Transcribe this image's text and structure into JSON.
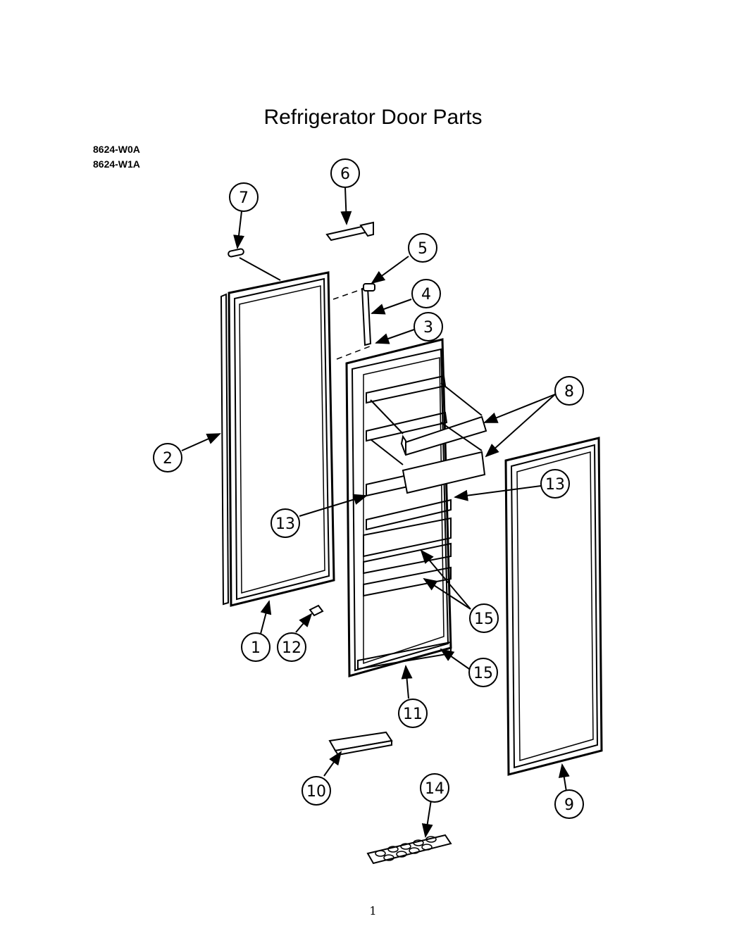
{
  "page": {
    "title": "Refrigerator Door Parts",
    "models": [
      "8624-W0A",
      "8624-W1A"
    ],
    "page_number": "1"
  },
  "callouts": [
    {
      "id": "c1",
      "label": "1"
    },
    {
      "id": "c2",
      "label": "2"
    },
    {
      "id": "c3",
      "label": "3"
    },
    {
      "id": "c4",
      "label": "4"
    },
    {
      "id": "c5",
      "label": "5"
    },
    {
      "id": "c6",
      "label": "6"
    },
    {
      "id": "c7",
      "label": "7"
    },
    {
      "id": "c8",
      "label": "8"
    },
    {
      "id": "c9",
      "label": "9"
    },
    {
      "id": "c10",
      "label": "10"
    },
    {
      "id": "c11",
      "label": "11"
    },
    {
      "id": "c12",
      "label": "12"
    },
    {
      "id": "c13a",
      "label": "13"
    },
    {
      "id": "c13b",
      "label": "13"
    },
    {
      "id": "c14",
      "label": "14"
    },
    {
      "id": "c15a",
      "label": "15"
    },
    {
      "id": "c15b",
      "label": "15"
    }
  ]
}
